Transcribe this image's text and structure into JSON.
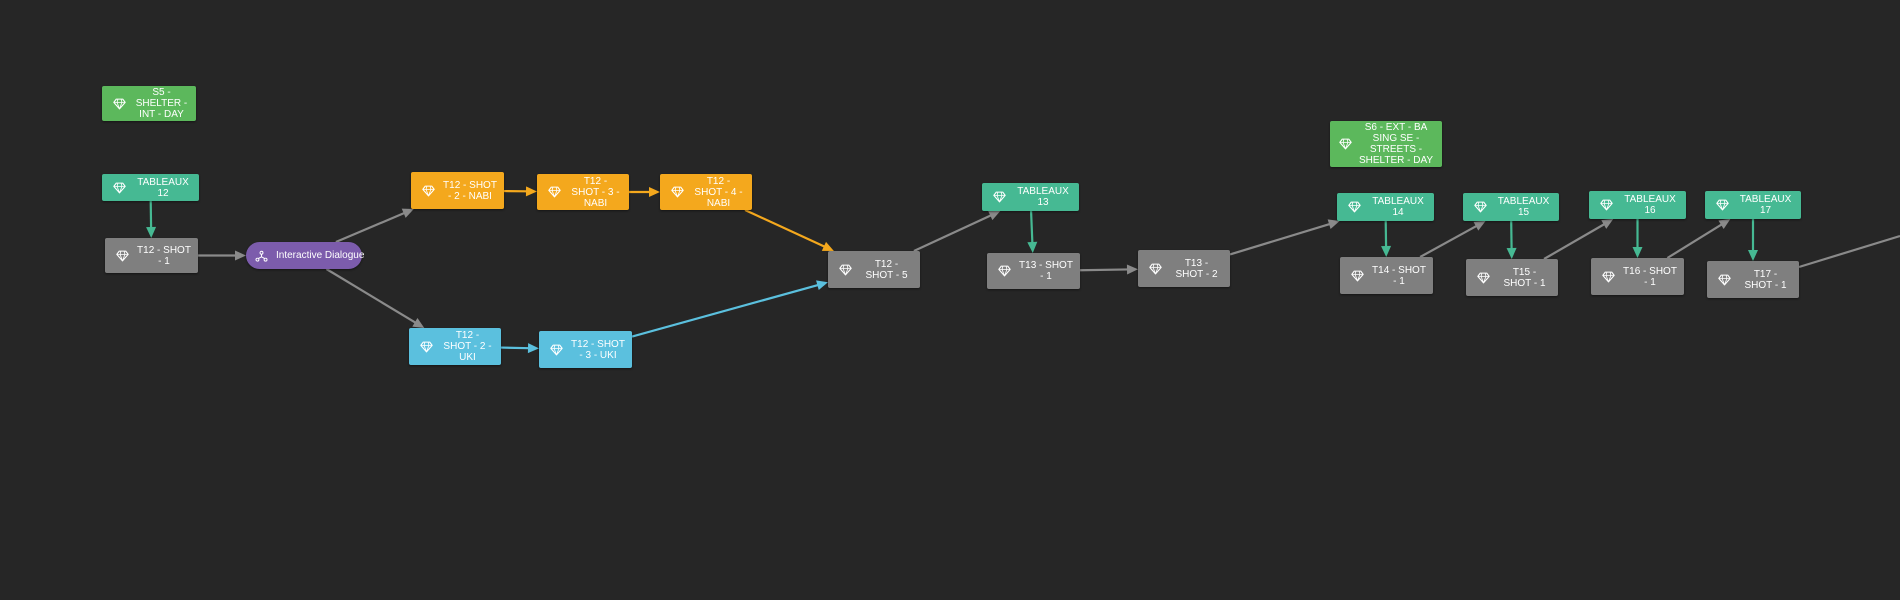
{
  "colors": {
    "background": "#262626",
    "scene": "#5cb85c",
    "tableau": "#46b993",
    "shot": "#7f7f7f",
    "nabi": "#f4a81d",
    "uki": "#5bc0de",
    "dialogue": "#7c5cac",
    "edge_default": "#8a8a8a",
    "edge_nabi": "#f4a81d",
    "edge_uki": "#5bc0de",
    "edge_tableau": "#46b993"
  },
  "nodes": [
    {
      "id": "s5",
      "type": "scene",
      "icon": "gem-icon",
      "label": "S5 - SHELTER - INT - DAY"
    },
    {
      "id": "tab12",
      "type": "tableau",
      "icon": "gem-icon",
      "label": "TABLEAUX 12"
    },
    {
      "id": "t12s1",
      "type": "shot",
      "icon": "gem-icon",
      "label": "T12 - SHOT - 1"
    },
    {
      "id": "dlg",
      "type": "dialogue",
      "icon": "branch-icon",
      "label": "Interactive Dialogue"
    },
    {
      "id": "t12s2n",
      "type": "nabi",
      "icon": "gem-icon",
      "label": "T12 - SHOT - 2 - NABI"
    },
    {
      "id": "t12s3n",
      "type": "nabi",
      "icon": "gem-icon",
      "label": "T12 - SHOT - 3 - NABI"
    },
    {
      "id": "t12s4n",
      "type": "nabi",
      "icon": "gem-icon",
      "label": "T12 - SHOT - 4 - NABI"
    },
    {
      "id": "t12s2u",
      "type": "uki",
      "icon": "gem-icon",
      "label": "T12 - SHOT - 2 - UKI"
    },
    {
      "id": "t12s3u",
      "type": "uki",
      "icon": "gem-icon",
      "label": "T12 - SHOT - 3 - UKI"
    },
    {
      "id": "t12s5",
      "type": "shot",
      "icon": "gem-icon",
      "label": "T12 - SHOT - 5"
    },
    {
      "id": "tab13",
      "type": "tableau",
      "icon": "gem-icon",
      "label": "TABLEAUX 13"
    },
    {
      "id": "t13s1",
      "type": "shot",
      "icon": "gem-icon",
      "label": "T13 - SHOT - 1"
    },
    {
      "id": "t13s2",
      "type": "shot",
      "icon": "gem-icon",
      "label": "T13 - SHOT - 2"
    },
    {
      "id": "s6",
      "type": "scene",
      "icon": "gem-icon",
      "label": "S6 - EXT - BA SING SE - STREETS - SHELTER - DAY"
    },
    {
      "id": "tab14",
      "type": "tableau",
      "icon": "gem-icon",
      "label": "TABLEAUX 14"
    },
    {
      "id": "t14s1",
      "type": "shot",
      "icon": "gem-icon",
      "label": "T14 - SHOT - 1"
    },
    {
      "id": "tab15",
      "type": "tableau",
      "icon": "gem-icon",
      "label": "TABLEAUX 15"
    },
    {
      "id": "t15s1",
      "type": "shot",
      "icon": "gem-icon",
      "label": "T15 - SHOT - 1"
    },
    {
      "id": "tab16",
      "type": "tableau",
      "icon": "gem-icon",
      "label": "TABLEAUX 16"
    },
    {
      "id": "t16s1",
      "type": "shot",
      "icon": "gem-icon",
      "label": "T16 - SHOT - 1"
    },
    {
      "id": "tab17",
      "type": "tableau",
      "icon": "gem-icon",
      "label": "TABLEAUX 17"
    },
    {
      "id": "t17s1",
      "type": "shot",
      "icon": "gem-icon",
      "label": "T17 - SHOT - 1"
    }
  ],
  "edges": [
    {
      "from": "tab12",
      "to": "t12s1",
      "kind": "tableau"
    },
    {
      "from": "t12s1",
      "to": "dlg",
      "kind": "default"
    },
    {
      "from": "dlg",
      "to": "t12s2n",
      "kind": "default"
    },
    {
      "from": "dlg",
      "to": "t12s2u",
      "kind": "default"
    },
    {
      "from": "t12s2n",
      "to": "t12s3n",
      "kind": "nabi"
    },
    {
      "from": "t12s3n",
      "to": "t12s4n",
      "kind": "nabi"
    },
    {
      "from": "t12s4n",
      "to": "t12s5",
      "kind": "nabi"
    },
    {
      "from": "t12s2u",
      "to": "t12s3u",
      "kind": "uki"
    },
    {
      "from": "t12s3u",
      "to": "t12s5",
      "kind": "uki"
    },
    {
      "from": "t12s5",
      "to": "tab13",
      "kind": "default"
    },
    {
      "from": "tab13",
      "to": "t13s1",
      "kind": "tableau"
    },
    {
      "from": "t13s1",
      "to": "t13s2",
      "kind": "default"
    },
    {
      "from": "t13s2",
      "to": "tab14",
      "kind": "default"
    },
    {
      "from": "tab14",
      "to": "t14s1",
      "kind": "tableau"
    },
    {
      "from": "t14s1",
      "to": "tab15",
      "kind": "default"
    },
    {
      "from": "tab15",
      "to": "t15s1",
      "kind": "tableau"
    },
    {
      "from": "t15s1",
      "to": "tab16",
      "kind": "default"
    },
    {
      "from": "tab16",
      "to": "t16s1",
      "kind": "tableau"
    },
    {
      "from": "t16s1",
      "to": "tab17",
      "kind": "default"
    },
    {
      "from": "tab17",
      "to": "t17s1",
      "kind": "tableau"
    },
    {
      "from": "t17s1",
      "to": "offscreen",
      "kind": "default"
    }
  ]
}
